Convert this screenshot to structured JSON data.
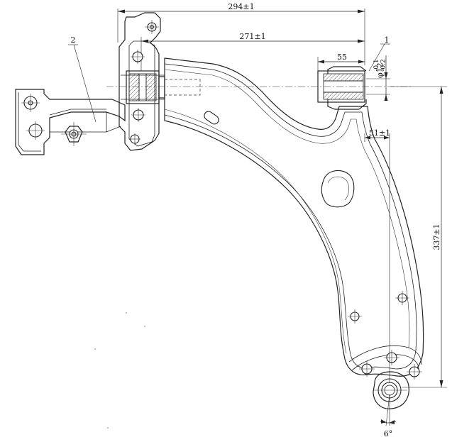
{
  "dimensions": {
    "overall_width": "294±1",
    "bracket_span": "271±1",
    "bush_length": "55",
    "bush_diameter": "φ12",
    "bush_tolerance_upper": "-0.1",
    "bush_tolerance_lower": "-0.2",
    "offset": "51±1",
    "height": "337±1",
    "angle": "6°"
  },
  "callouts": {
    "part_1": "1",
    "part_2": "2"
  }
}
